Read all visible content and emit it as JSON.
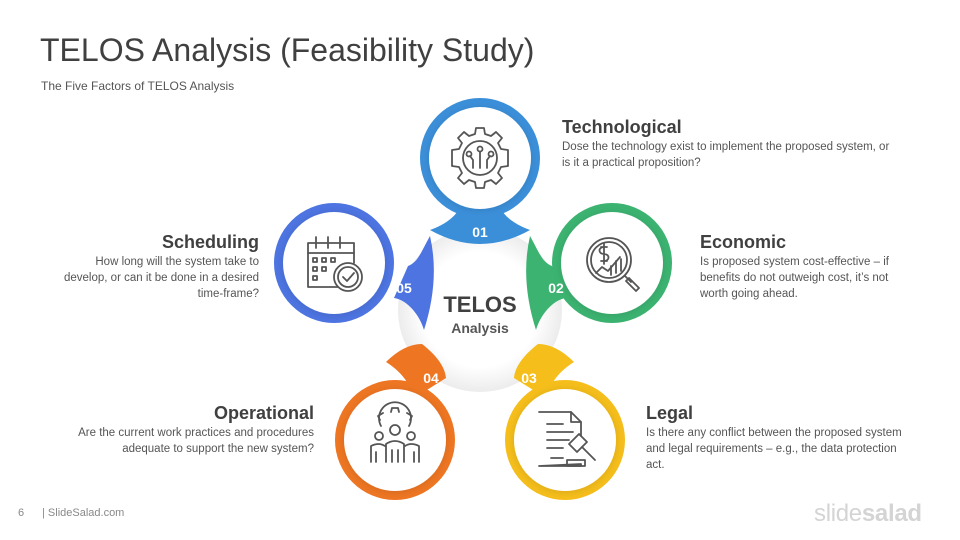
{
  "slide": {
    "title": "TELOS Analysis (Feasibility Study)",
    "subtitle": "The Five Factors of TELOS Analysis",
    "page_number": "6",
    "footer_text": "| SlideSalad.com",
    "logo_light": "slide",
    "logo_bold": "salad"
  },
  "center": {
    "title": "TELOS",
    "subtitle": "Analysis"
  },
  "factors": [
    {
      "number": "01",
      "title": "Technological",
      "description": "Dose the technology  exist to implement  the proposed system, or is it a practical proposition?",
      "color": "#3B8FD9",
      "icon": "gear-circuit-icon"
    },
    {
      "number": "02",
      "title": "Economic",
      "description": "Is proposed  system cost-effective – if benefits do not outweigh cost, it’s not worth going ahead.",
      "color": "#3CB371",
      "icon": "dollar-magnifier-icon"
    },
    {
      "number": "03",
      "title": "Legal",
      "description": "Is there any conflict between the proposed system and legal requirements  – e.g., the data protection  act.",
      "color": "#F5BE1B",
      "icon": "document-gavel-icon"
    },
    {
      "number": "04",
      "title": "Operational",
      "description": "Are the current  work practices and procedures  adequate to support the new system?",
      "color": "#EE7623",
      "icon": "team-gear-icon"
    },
    {
      "number": "05",
      "title": "Scheduling",
      "description": "How long  will the system take to develop, or can it be done in a desired time-frame?",
      "color": "#4D74E1",
      "icon": "calendar-clock-icon"
    }
  ]
}
